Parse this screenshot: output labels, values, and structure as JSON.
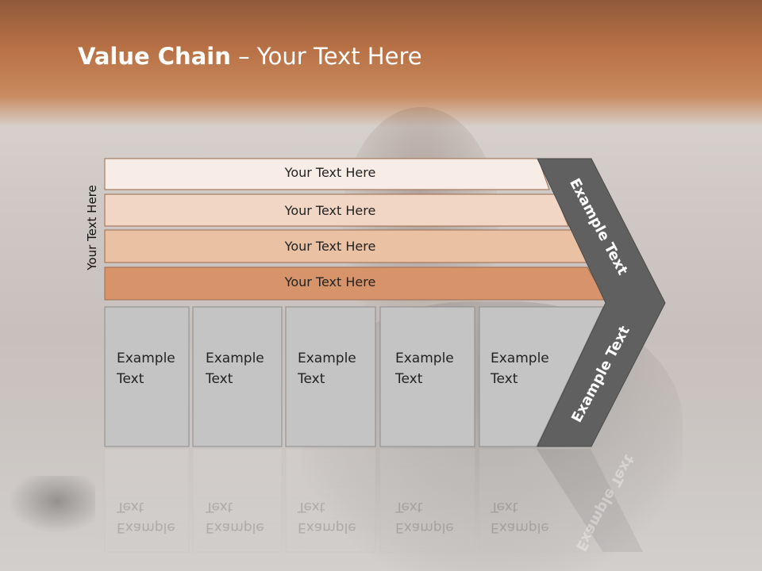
{
  "title": {
    "bold": "Value Chain",
    "rest": " – Your Text Here"
  },
  "side_label": "Your Text Here",
  "bars": [
    {
      "label": "Your Text Here",
      "color": "#f8ede6"
    },
    {
      "label": "Your Text Here",
      "color": "#f2d6c5"
    },
    {
      "label": "Your Text Here",
      "color": "#ebc1a4"
    },
    {
      "label": "Your Text Here",
      "color": "#d7946b"
    }
  ],
  "cells": [
    {
      "line1": "Example",
      "line2": "Text"
    },
    {
      "line1": "Example",
      "line2": "Text"
    },
    {
      "line1": "Example",
      "line2": "Text"
    },
    {
      "line1": "Example",
      "line2": "Text"
    },
    {
      "line1": "Example",
      "line2": "Text"
    }
  ],
  "chevron": {
    "upper": "Example Text",
    "lower": "Example Text",
    "color": "#606060"
  },
  "colors": {
    "cell_fill": "#c4c4c4",
    "cell_border": "#8d8d8d",
    "bar_border": "#9c6a4d"
  }
}
